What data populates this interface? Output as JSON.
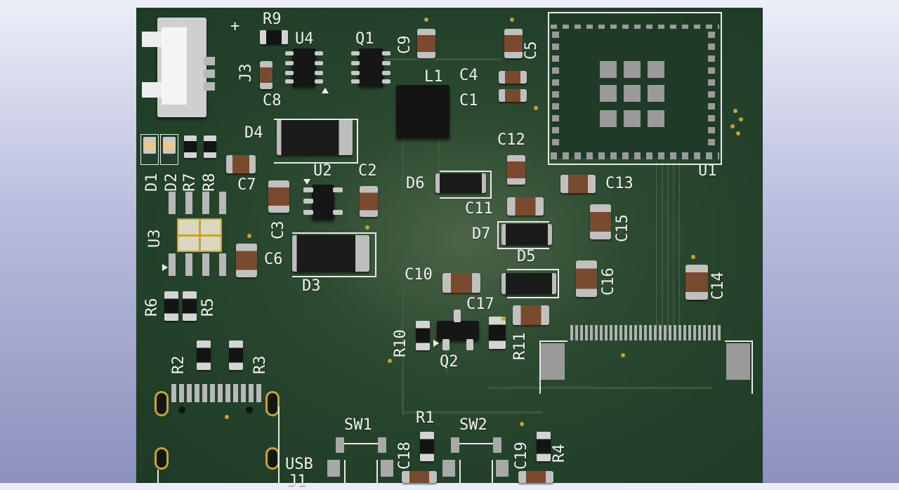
{
  "viewer": {
    "title": "PCB 3D View"
  },
  "board": {
    "refdes": {
      "plus": "+",
      "R9": "R9",
      "U4": "U4",
      "Q1": "Q1",
      "C9": "C9",
      "C5": "C5",
      "J3": "J3",
      "C8": "C8",
      "L1": "L1",
      "C4": "C4",
      "C1": "C1",
      "D4": "D4",
      "C12": "C12",
      "U1": "U1",
      "D1": "D1",
      "D2": "D2",
      "R7": "R7",
      "R8": "R8",
      "C7": "C7",
      "U2": "U2",
      "C2": "C2",
      "D6": "D6",
      "C13": "C13",
      "C11": "C11",
      "C3": "C3",
      "U3": "U3",
      "D7": "D7",
      "C15": "C15",
      "C6": "C6",
      "D5": "D5",
      "D3": "D3",
      "C10": "C10",
      "C16": "C16",
      "C14": "C14",
      "R6": "R6",
      "R5": "R5",
      "C17": "C17",
      "R10": "R10",
      "R11": "R11",
      "Q2": "Q2",
      "R2": "R2",
      "R3": "R3",
      "SW1": "SW1",
      "R1": "R1",
      "SW2": "SW2",
      "C18": "C18",
      "C19": "C19",
      "R4": "R4",
      "USB": "USB",
      "J1": "J1"
    },
    "colors": {
      "soldermask": "#22402a",
      "silkscreen": "#f2f2f2",
      "copper": "#c9a230",
      "background_top": "#eceef8",
      "background_bottom": "#8c90bc"
    }
  }
}
